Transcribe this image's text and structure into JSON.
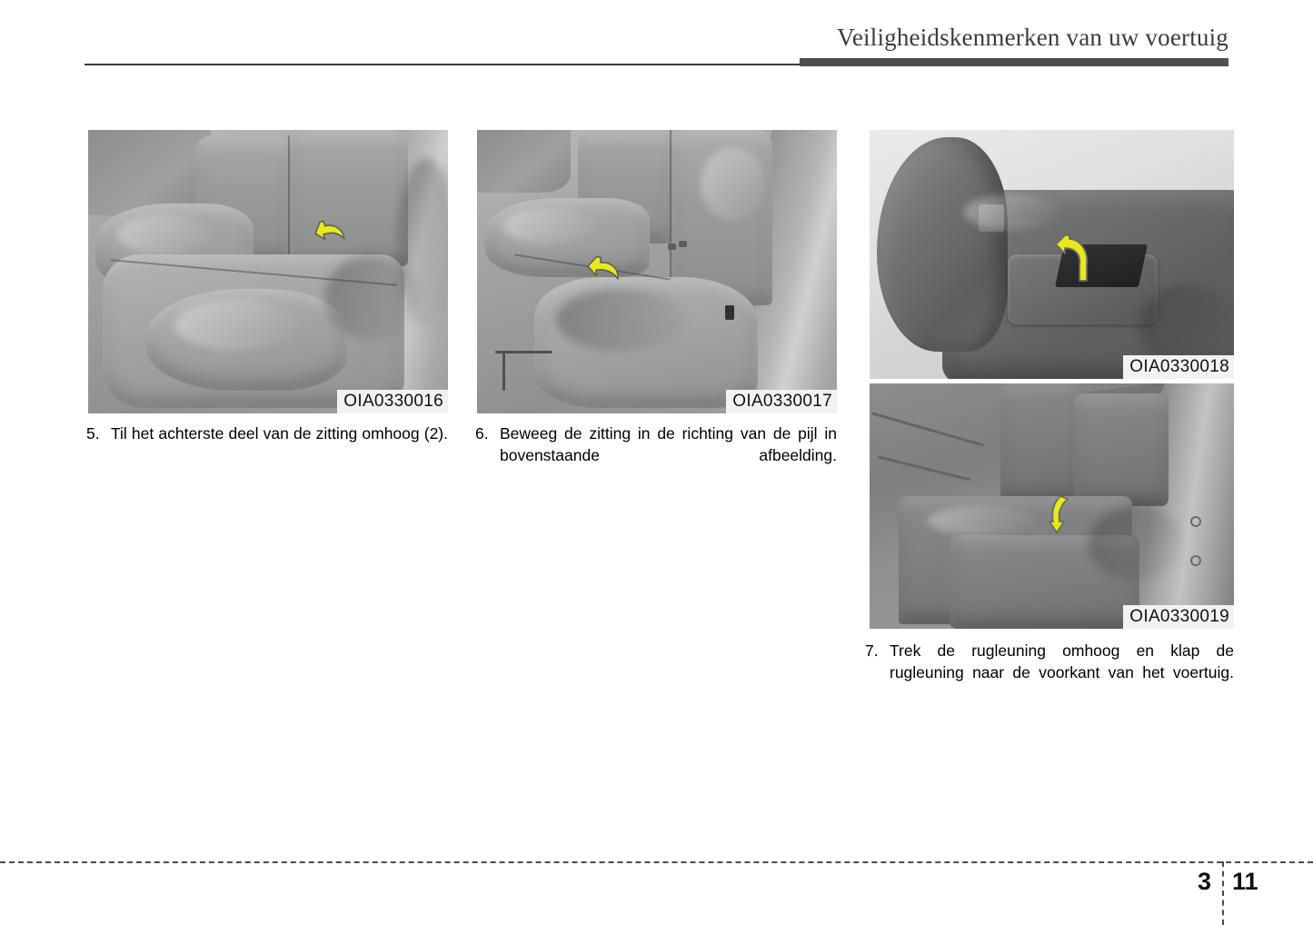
{
  "header": {
    "title": "Veiligheidskenmerken van uw voertuig"
  },
  "figures": [
    {
      "id_label": "OIA0330016",
      "description": "Achterbank van binnenuit gezien, gele pijl wijst naar het achterste deel van de zitting",
      "arrow": "curved-arrow-up-left",
      "arrow_color": "#e8e81e"
    },
    {
      "id_label": "OIA0330017",
      "description": "Achterbank met zitting naar voren geklapt, gele pijl wijst naar links",
      "arrow": "curved-arrow-left",
      "arrow_color": "#e8e81e"
    },
    {
      "id_label": "OIA0330018",
      "description": "Close-up van de ontgrendelingshendel van de rugleuning met gele pijl",
      "arrow": "curved-arrow-up-left",
      "arrow_color": "#e8e81e"
    },
    {
      "id_label": "OIA0330019",
      "description": "Bagageruimte met neergeklapte rugleuningen, gele gebogen pijl",
      "arrow": "curved-arrow-down",
      "arrow_color": "#e8e81e"
    }
  ],
  "steps": [
    {
      "number": "5.",
      "text": "Til het achterste deel van de zitting omhoog (2)."
    },
    {
      "number": "6.",
      "text": "Beweeg de zitting in de richting van de pijl in bovenstaande afbeelding."
    },
    {
      "number": "7.",
      "text": "Trek de rugleuning omhoog en klap de rugleuning naar de voorkant van het voertuig."
    }
  ],
  "footer": {
    "chapter": "3",
    "page": "11"
  },
  "colors": {
    "header_text": "#3c3c3c",
    "header_bar": "#4d4f4f",
    "body_text": "#000000",
    "arrow_yellow": "#e8e81e",
    "figure_label_bg": "#f2f2f2"
  }
}
